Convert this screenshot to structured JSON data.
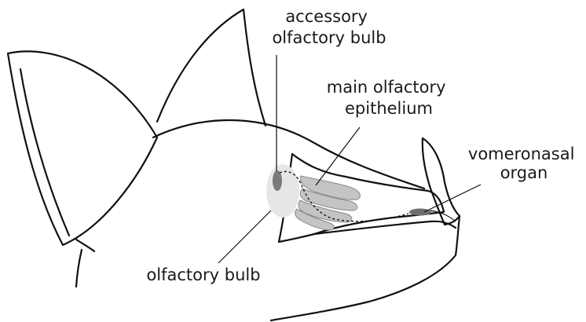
{
  "labels": {
    "accessory_olfactory_bulb": [
      "accessory",
      "olfactory bulb"
    ],
    "main_olfactory_epithelium": [
      "main olfactory",
      "epithelium"
    ],
    "vomeronasal_organ": [
      "vomeronasal",
      "organ"
    ],
    "olfactory_bulb": "olfactory bulb"
  },
  "colors": {
    "outline": "#111111",
    "olfactory_bulb_fill": "#e6e6e6",
    "accessory_bulb_fill": "#7a7a7a",
    "epithelium_fill": "#c4c4c4",
    "vomeronasal_fill": "#6e6e6e"
  }
}
